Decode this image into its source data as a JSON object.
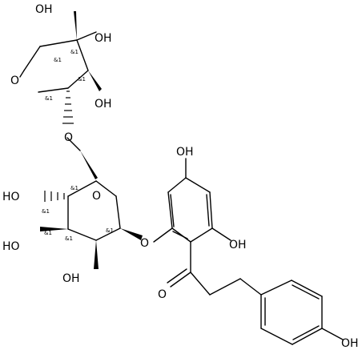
{
  "molecule": {
    "atoms": {
      "o_ring_top": "O",
      "oh_top1": "OH",
      "oh_top2": "OH",
      "oh_top3": "OH",
      "o_link_top": "O",
      "o_ring_glc": "O",
      "ho_glc1": "HO",
      "ho_glc2": "HO",
      "oh_glc3": "OH",
      "o_link_glc": "O",
      "oh_phenol1": "OH",
      "oh_phenol2": "OH",
      "o_ketone": "O",
      "oh_para": "OH"
    },
    "stereo_label": "&1"
  }
}
